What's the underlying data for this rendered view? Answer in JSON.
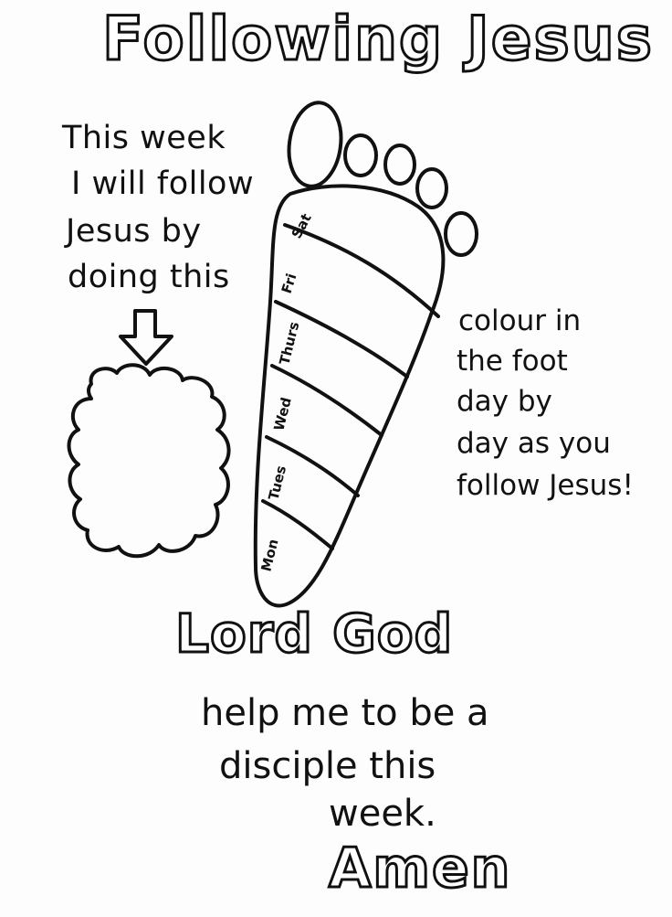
{
  "title": "Following Jesus",
  "intro": {
    "lines": [
      "This week",
      "I will follow",
      "Jesus by",
      "doing this"
    ]
  },
  "foot": {
    "days": [
      "Mon",
      "Tues",
      "Wed",
      "Thurs",
      "Fri",
      "Sat"
    ]
  },
  "instruction": {
    "lines": [
      "colour in",
      "the foot",
      "day by",
      "day as you",
      "follow Jesus!"
    ]
  },
  "prayer": {
    "heading": "Lord God",
    "lines": [
      "help me to be a",
      "disciple this",
      "week."
    ],
    "closing": "Amen"
  },
  "icons": {
    "arrow": "down-arrow-icon",
    "cloud": "thought-cloud-shape",
    "foot": "footprint-shape"
  },
  "colors": {
    "ink": "#111111",
    "paper": "#fdfdfd"
  }
}
